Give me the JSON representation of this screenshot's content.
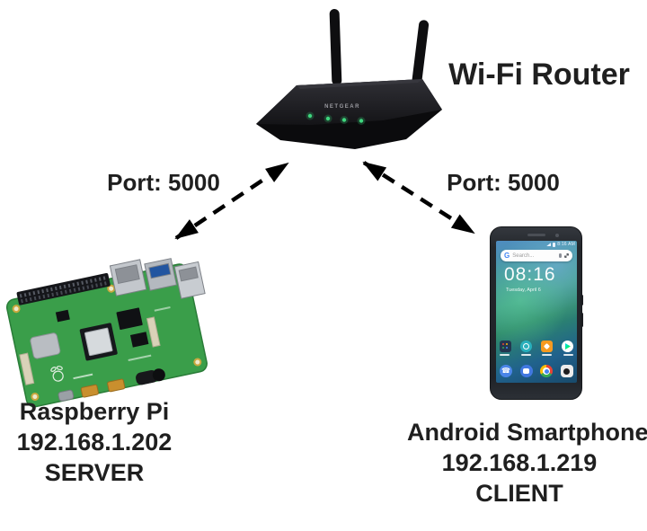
{
  "router": {
    "label": "Wi-Fi Router",
    "brand_text": "NETGEAR"
  },
  "connections": {
    "left": {
      "port_label": "Port: 5000"
    },
    "right": {
      "port_label": "Port: 5000"
    }
  },
  "server": {
    "name": "Raspberry Pi",
    "ip": "192.168.1.202",
    "role": "SERVER"
  },
  "client": {
    "name": "Android Smartphone",
    "ip": "192.168.1.219",
    "role": "CLIENT"
  },
  "phone_ui": {
    "status_time": "8:16 AM",
    "search_placeholder": "Search...",
    "clock_time": "08:16",
    "clock_date": "Tuesday, April 6"
  },
  "colors": {
    "arrow": "#000000",
    "led_green": "#3fd67e",
    "pi_board_green": "#3a9e4a"
  }
}
